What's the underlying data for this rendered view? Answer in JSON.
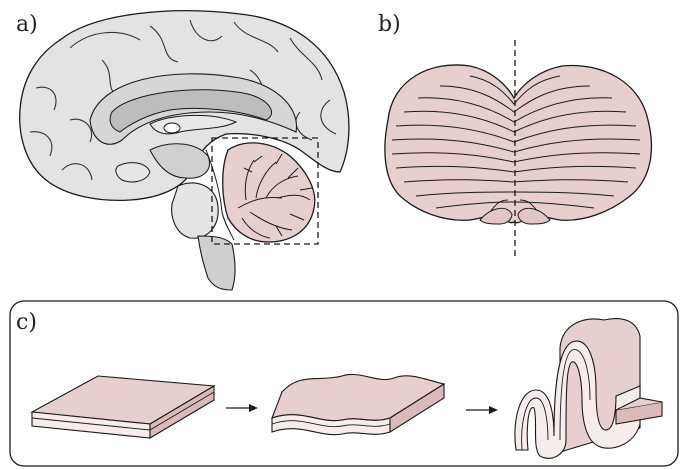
{
  "panels": {
    "a": {
      "label": "a)"
    },
    "b": {
      "label": "b)"
    },
    "c": {
      "label": "c)"
    }
  },
  "colors": {
    "brain_gray": "#e3e3e3",
    "brain_mid": "#cfcfcf",
    "brain_dark": "#bdbdbd",
    "cerebellum_pink": "#e8cfcf",
    "cerebellum_light": "#f5e6e6",
    "outline": "#1a1a1a"
  }
}
